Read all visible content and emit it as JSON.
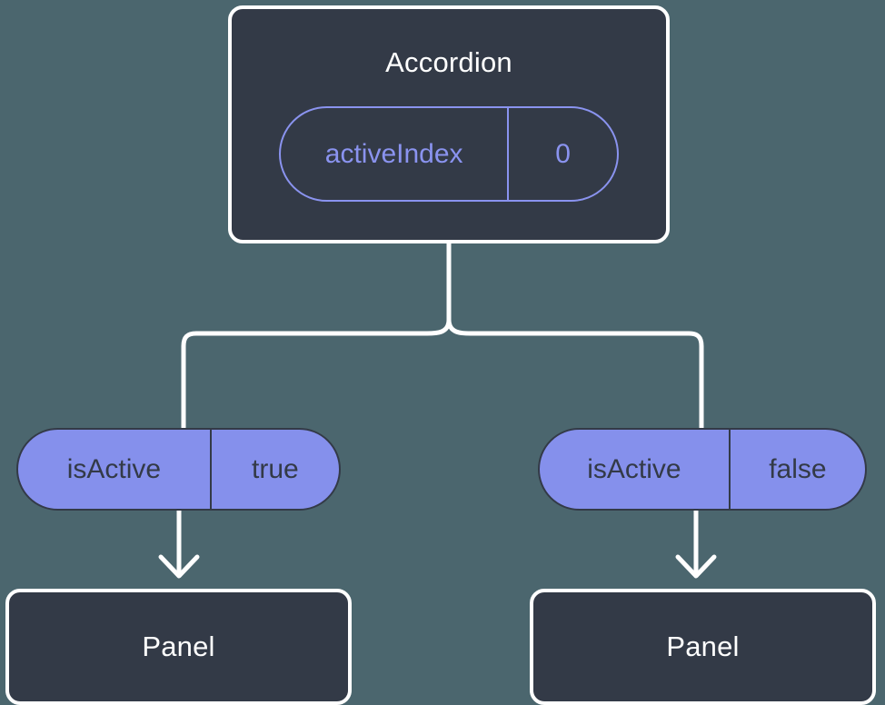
{
  "diagram": {
    "type": "component-state-flow",
    "background_color": "#4b666e",
    "colors": {
      "box_fill": "#333a47",
      "box_border": "#ffffff",
      "accent_purple": "#8590ec",
      "state_outline": "#8a93ef",
      "edge": "#ffffff",
      "dark_text": "#333a47",
      "light_text": "#ffffff"
    },
    "root": {
      "title": "Accordion",
      "state": {
        "key": "activeIndex",
        "value": "0"
      }
    },
    "branches": [
      {
        "prop": {
          "key": "isActive",
          "value": "true"
        },
        "child_title": "Panel"
      },
      {
        "prop": {
          "key": "isActive",
          "value": "false"
        },
        "child_title": "Panel"
      }
    ]
  }
}
